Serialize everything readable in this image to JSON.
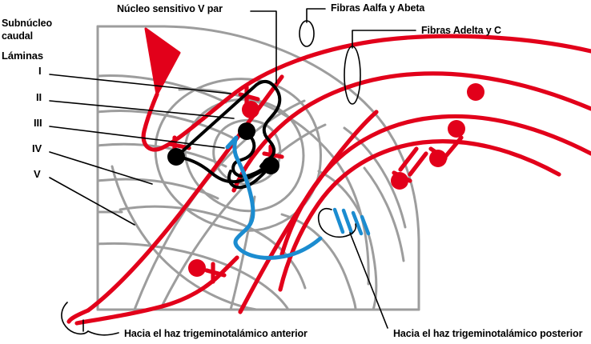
{
  "figure": {
    "kind": "anatomical-diagram",
    "subject": "Subnucleo caudal del nucleo sensitivo del V par y vias trigeminotalamicas",
    "colors": {
      "fiber_red": "#e2001a",
      "fiber_blue": "#1b8cd0",
      "outline_gray": "#9d9d9d",
      "ink_black": "#000000",
      "background": "#ffffff"
    }
  },
  "labels": {
    "subnucleo_line1": "Subnúcleo",
    "subnucleo_line2": "caudal",
    "laminas": "Láminas",
    "lamina_1": "I",
    "lamina_2": "II",
    "lamina_3": "III",
    "lamina_4": "IV",
    "lamina_5": "V",
    "nucleo_sensitivo": "Núcleo sensitivo V par",
    "fibras_aalfa_abeta": "Fibras Aalfa y Abeta",
    "fibras_adelta_c": "Fibras Adelta y C",
    "haz_anterior": "Hacia el haz trigeminotalámico anterior",
    "haz_posterior": "Hacia el haz trigeminotalámico posterior"
  },
  "elements": {
    "red_cell_bodies": 6,
    "black_cell_bodies": 3,
    "blue_fibers": 1,
    "lamina_leader_lines": 5,
    "circled_fiber_bundles": 3
  }
}
